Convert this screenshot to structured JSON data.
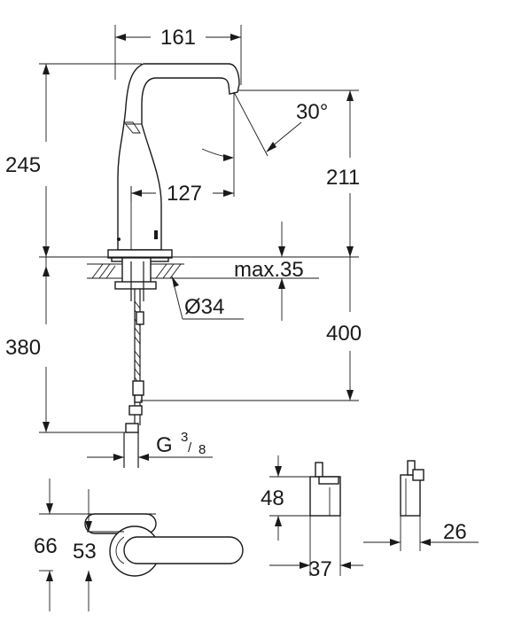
{
  "dimensions": {
    "spout_reach_total": "161",
    "spout_angle": "30°",
    "height_total": "245",
    "height_outlet": "211",
    "spout_reach_inner": "127",
    "deck_thickness": "max.35",
    "hole_diameter": "Ø34",
    "hose_length": "380",
    "outlet_to_bottom": "400",
    "connection_thread_main": "G",
    "connection_thread_num": "3",
    "connection_thread_den": "8",
    "top_depth": "66",
    "top_base_depth": "53",
    "box_height": "48",
    "box_width": "37",
    "box_depth": "26"
  }
}
